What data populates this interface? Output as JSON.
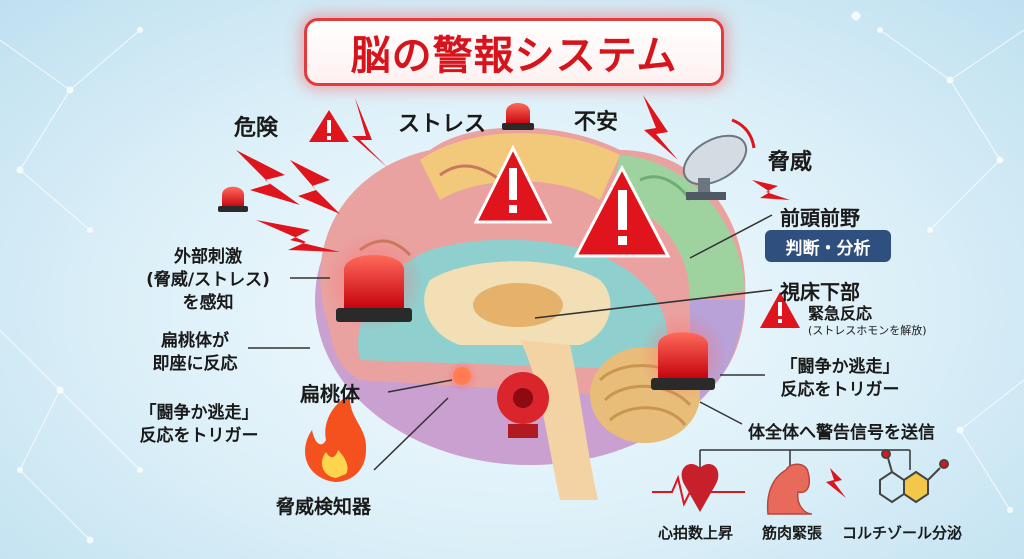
{
  "title": "脳の警報システム",
  "stressors": {
    "danger": "危険",
    "stress": "ストレス",
    "anxiety": "不安",
    "threat": "脅威"
  },
  "left": {
    "external_line1": "外部刺激",
    "external_line2": "(脅威/ストレス)",
    "external_line3": "を感知",
    "amygdala_now_line1": "扁桃体が",
    "amygdala_now_line2": "即座に反応",
    "fight_line1": "「闘争か逃走」",
    "fight_line2": "反応をトリガー"
  },
  "amygdala": {
    "label": "扁桃体",
    "detector": "脅威検知器"
  },
  "right": {
    "prefrontal": "前頭前野",
    "prefrontal_pill": "判断・分析",
    "hypothalamus": "視床下部",
    "emergency": "緊急反応",
    "emergency_note": "(ストレスホモンを解放)",
    "fight_line1": "「闘争か逃走」",
    "fight_line2": "反応をトリガー",
    "signal": "体全体へ警告信号を送信"
  },
  "effects": {
    "heart": "心拍数上昇",
    "muscle": "筋肉緊張",
    "cortisol": "コルチゾール分泌"
  },
  "colors": {
    "alarm_red": "#e0141c",
    "title_red": "#d7141c",
    "pill_navy": "#2f4f7e",
    "background": "#dbeff8"
  }
}
